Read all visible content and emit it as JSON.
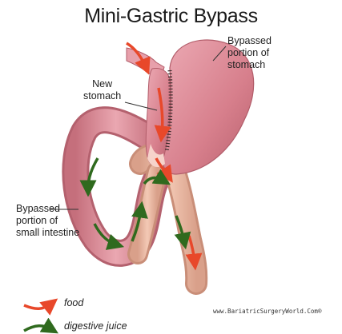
{
  "title": "Mini-Gastric Bypass",
  "labels": {
    "bypassed_stomach": [
      "Bypassed",
      "portion of",
      "stomach"
    ],
    "new_stomach": [
      "New",
      "stomach"
    ],
    "bypassed_intestine": [
      "Bypassed",
      "portion of",
      "small intestine"
    ]
  },
  "legend": {
    "food": "food",
    "digestive": "digestive juice"
  },
  "credit": "www.BariatricSurgeryWorld.Com®",
  "colors": {
    "food_arrow": "#e8482a",
    "digestive_arrow": "#2f6a1e",
    "stomach": "#d77f8c",
    "intestine_outer": "#e9b49e",
    "pouch": "#f1c2b9"
  }
}
